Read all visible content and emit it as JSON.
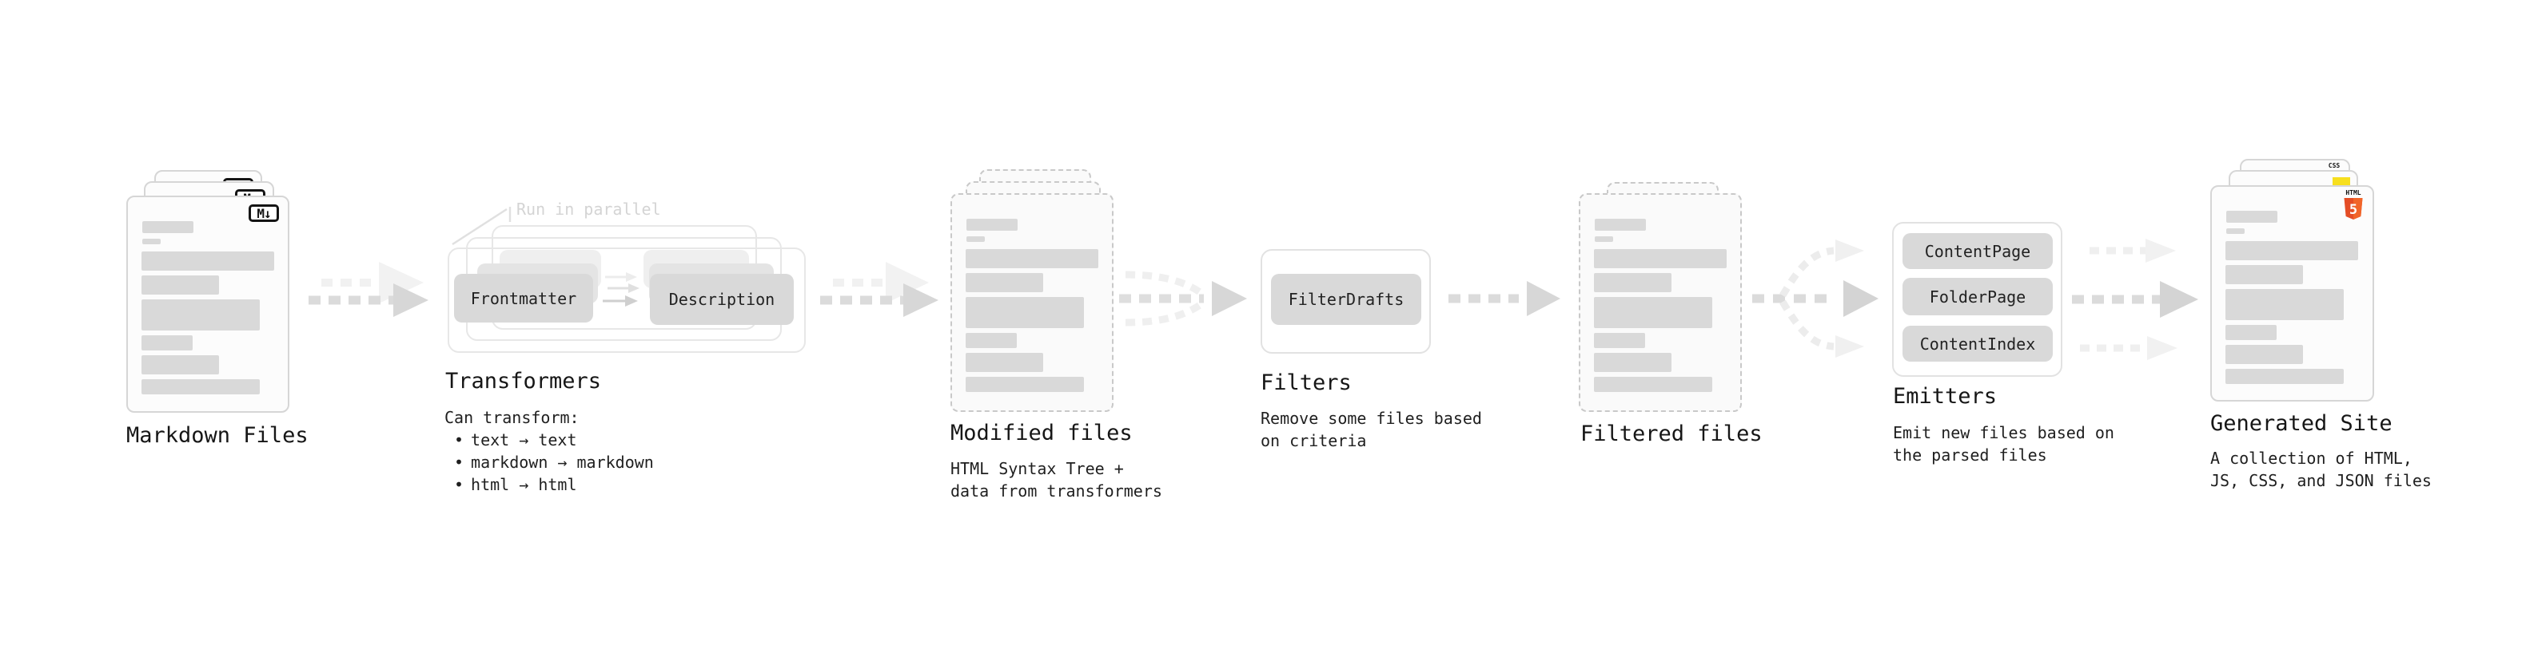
{
  "markdown_files": {
    "label": "Markdown Files",
    "file_icon": "M↓"
  },
  "transformers": {
    "heading": "Transformers",
    "note": "Run in parallel",
    "input_box": "Frontmatter",
    "output_box": "Description",
    "desc_title": "Can transform:",
    "bullet": "•",
    "bullets": [
      "text → text",
      "markdown → markdown",
      "html → html"
    ]
  },
  "modified_files": {
    "label": "Modified files",
    "desc": [
      "HTML Syntax Tree +",
      "data from transformers"
    ]
  },
  "filters": {
    "heading": "Filters",
    "box": "FilterDrafts",
    "desc": [
      "Remove some files based",
      "on criteria"
    ]
  },
  "filtered_files": {
    "label": "Filtered files"
  },
  "emitters": {
    "heading": "Emitters",
    "boxes": [
      "ContentPage",
      "FolderPage",
      "ContentIndex"
    ],
    "desc": [
      "Emit new files based on",
      "the parsed files"
    ]
  },
  "generated_site": {
    "label": "Generated Site",
    "desc": [
      "A collection of HTML,",
      "JS, CSS, and JSON files"
    ],
    "css_icon": "CSS",
    "html_icon_label": "HTML",
    "html_icon_number": "5"
  },
  "colors": {
    "html5_orange": "#e44d26",
    "js_yellow": "#f7df1e",
    "css_blue": "#2965f1",
    "arrow_dark": "#d7d7d7",
    "arrow_light": "#f1f1f1"
  }
}
